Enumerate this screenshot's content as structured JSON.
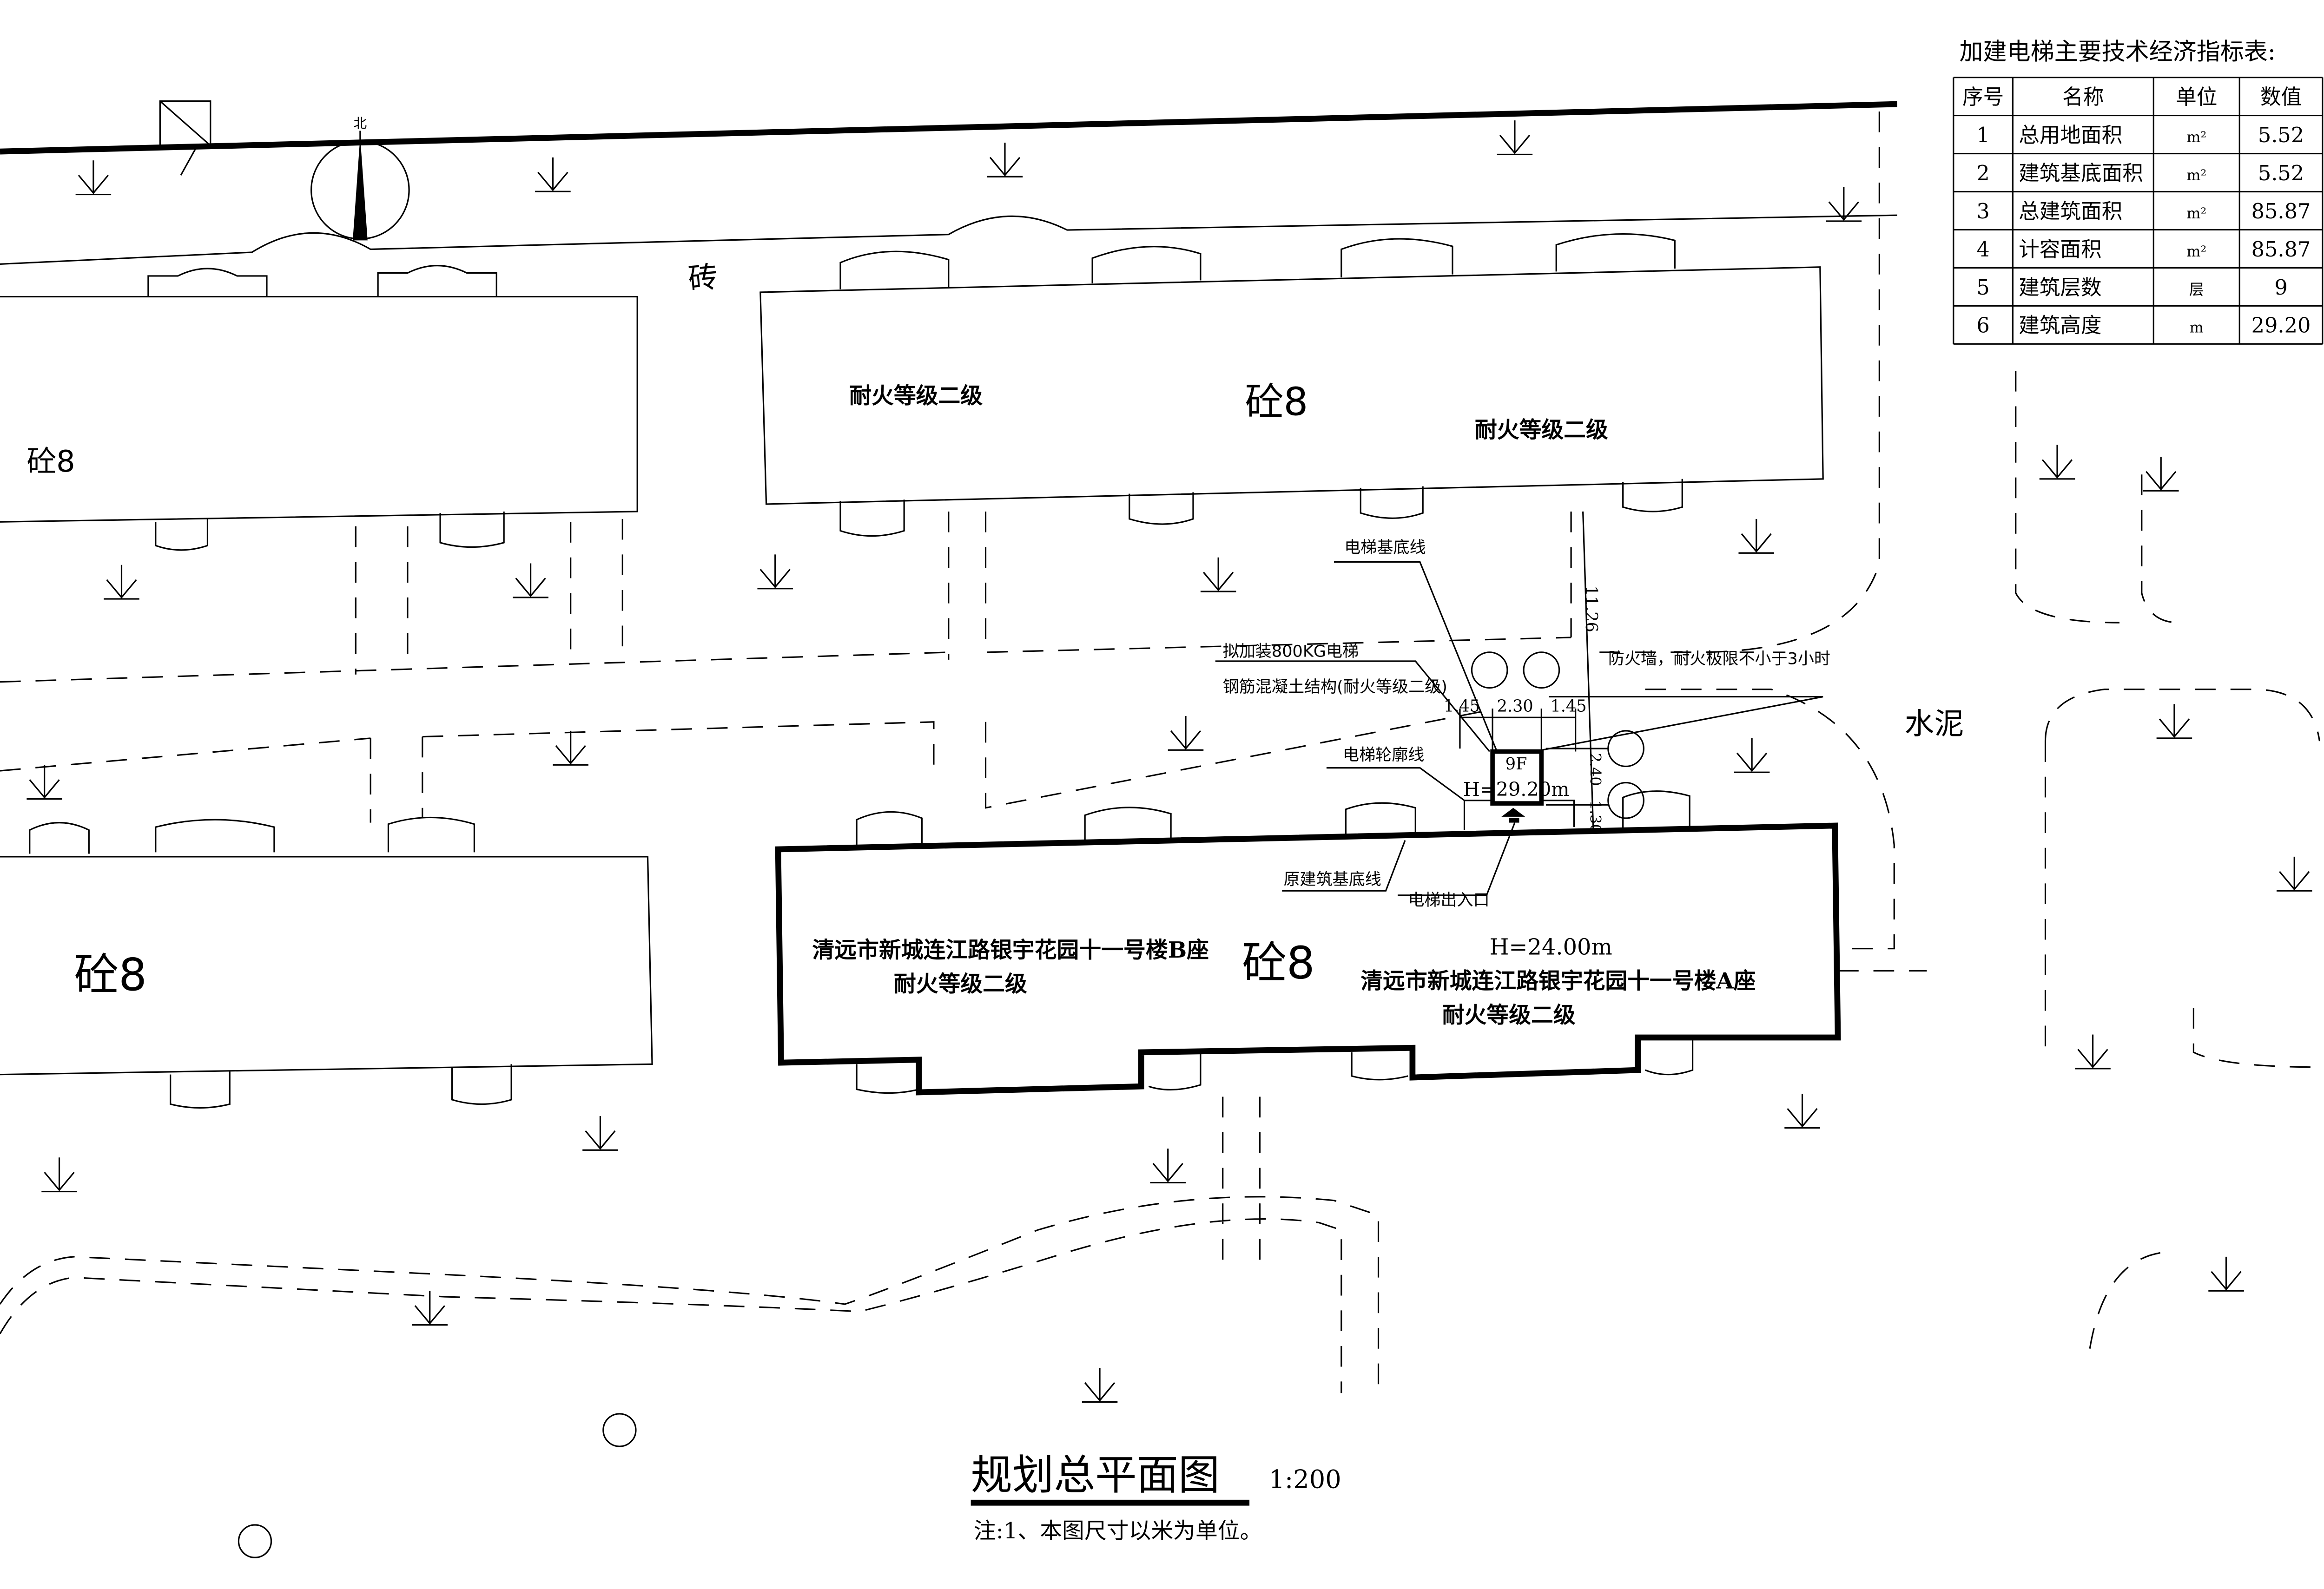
{
  "table": {
    "title": "加建电梯主要技术经济指标表:",
    "headers": [
      "序号",
      "名称",
      "单位",
      "数值"
    ],
    "rows": [
      [
        "1",
        "总用地面积",
        "m²",
        "5.52"
      ],
      [
        "2",
        "建筑基底面积",
        "m²",
        "5.52"
      ],
      [
        "3",
        "总建筑面积",
        "m²",
        "85.87"
      ],
      [
        "4",
        "计容面积",
        "m²",
        "85.87"
      ],
      [
        "5",
        "建筑层数",
        "层",
        "9"
      ],
      [
        "6",
        "建筑高度",
        "m",
        "29.20"
      ]
    ]
  },
  "map": {
    "north": "北",
    "brick": "砖",
    "cement": "水泥",
    "concrete8": "砼8",
    "fire_rating": "耐火等级二级",
    "building_b": "清远市新城连江路银宇花园十一号楼B座",
    "building_a": "清远市新城连江路银宇花园十一号楼A座",
    "building_a_height": "H=24.00m",
    "elevator_floors": "9F",
    "elevator_height": "H=29.20m"
  },
  "annotations": {
    "elevator_base_line": "电梯基底线",
    "elevator_plan": "拟加装800KG电梯",
    "structure": "钢筋混凝土结构(耐火等级二级)",
    "fire_wall": "防火墙，耐火极限不小于3小时",
    "elevator_outline": "电梯轮廓线",
    "original_base_line": "原建筑基底线",
    "elevator_entrance": "电梯出入口"
  },
  "dimensions": {
    "d1": "1.45",
    "d2": "2.30",
    "d3": "1.45",
    "d4": "11.26",
    "d5": "2.40",
    "d6": "1.30"
  },
  "footer": {
    "title": "规划总平面图",
    "scale": "1:200",
    "note": "注:1、本图尺寸以米为单位。"
  }
}
